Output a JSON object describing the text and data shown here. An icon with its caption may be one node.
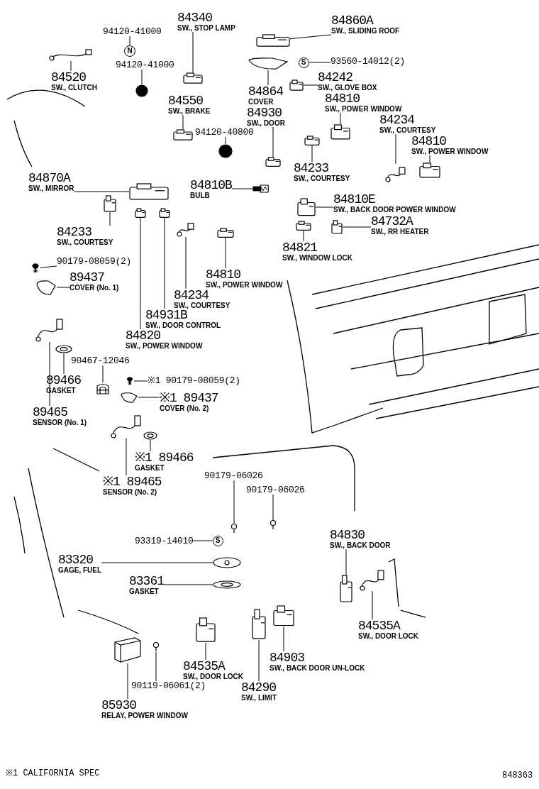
{
  "diagram": {
    "nodes": [
      {
        "text": [
          "94120-41000"
        ]
      },
      {
        "text": [
          "N"
        ]
      },
      {
        "text": [
          "84340",
          "SW., STOP LAMP"
        ]
      },
      {
        "text": [],
        "shape": "picture"
      },
      {
        "text": [
          "84860A",
          "SW., SLIDING ROOF"
        ]
      },
      {
        "text": [],
        "shape": "picture"
      },
      {
        "text": [
          "93560-14012(2)"
        ]
      },
      {
        "text": [
          "S"
        ]
      },
      {
        "text": [
          "84520",
          "SW., CLUTCH"
        ]
      },
      {
        "text": [],
        "shape": "picture"
      },
      {
        "text": [
          "94120-41000"
        ]
      },
      {
        "text": [],
        "shape": "circle"
      },
      {
        "text": [
          "84864",
          "COVER"
        ]
      },
      {
        "text": [],
        "shape": "picture"
      },
      {
        "text": [
          "84242",
          "SW., GLOVE BOX"
        ]
      },
      {
        "text": [],
        "shape": "picture"
      },
      {
        "text": [
          "84550",
          "SW., BRAKE"
        ]
      },
      {
        "text": [],
        "shape": "picture"
      },
      {
        "text": [
          "84930",
          "SW., DOOR"
        ]
      },
      {
        "text": [],
        "shape": "picture"
      },
      {
        "text": [
          "84810",
          "SW., POWER WINDOW"
        ]
      },
      {
        "text": [],
        "shape": "picture"
      },
      {
        "text": [
          "94120-40800"
        ]
      },
      {
        "text": [],
        "shape": "circle"
      },
      {
        "text": [
          "84234",
          "SW., COURTESY"
        ]
      },
      {
        "text": [],
        "shape": "picture"
      },
      {
        "text": [
          "84810",
          "SW., POWER WINDOW"
        ]
      },
      {
        "text": [],
        "shape": "picture"
      },
      {
        "text": [
          "84233",
          "SW., COURTESY"
        ]
      },
      {
        "text": [],
        "shape": "picture"
      },
      {
        "text": [
          "84870A",
          "SW., MIRROR"
        ]
      },
      {
        "text": [],
        "shape": "picture"
      },
      {
        "text": [
          "84810B",
          "BULB"
        ]
      },
      {
        "text": [],
        "shape": "picture"
      },
      {
        "text": [
          "84810E",
          "SW., BACK DOOR POWER WINDOW"
        ]
      },
      {
        "text": [],
        "shape": "picture"
      },
      {
        "text": [
          "84233",
          "SW., COURTESY"
        ]
      },
      {
        "text": [],
        "shape": "picture"
      },
      {
        "text": [
          "84732A",
          "SW., RR HEATER"
        ]
      },
      {
        "text": [],
        "shape": "picture"
      },
      {
        "text": [
          "84821",
          "SW., WINDOW LOCK"
        ]
      },
      {
        "text": [],
        "shape": "picture"
      },
      {
        "text": [
          "90179-08059(2)"
        ]
      },
      {
        "text": [],
        "shape": "picture"
      },
      {
        "text": [
          "89437",
          "COVER (No. 1)"
        ]
      },
      {
        "text": [],
        "shape": "picture"
      },
      {
        "text": [
          "84810",
          "SW., POWER WINDOW"
        ]
      },
      {
        "text": [],
        "shape": "picture"
      },
      {
        "text": [
          "84234",
          "SW., COURTESY"
        ]
      },
      {
        "text": [],
        "shape": "picture"
      },
      {
        "text": [
          "84931B",
          "SW., DOOR CONTROL"
        ]
      },
      {
        "text": [],
        "shape": "picture"
      },
      {
        "text": [
          "84820",
          "SW., POWER WINDOW"
        ]
      },
      {
        "text": [],
        "shape": "picture"
      },
      {
        "text": [
          "90467-12046"
        ]
      },
      {
        "text": [],
        "shape": "picture"
      },
      {
        "text": [
          "89466",
          "GASKET"
        ]
      },
      {
        "text": [],
        "shape": "picture"
      },
      {
        "text": [
          "89465",
          "SENSOR (No. 1)"
        ]
      },
      {
        "text": [],
        "shape": "picture"
      },
      {
        "text": [
          "※1 90179-08059(2)"
        ]
      },
      {
        "text": [],
        "shape": "picture"
      },
      {
        "text": [
          "※1 89437",
          "COVER (No. 2)"
        ]
      },
      {
        "text": [],
        "shape": "picture"
      },
      {
        "text": [
          "※1 89466",
          "GASKET"
        ]
      },
      {
        "text": [],
        "shape": "picture"
      },
      {
        "text": [
          "※1 89465",
          "SENSOR (No. 2)"
        ]
      },
      {
        "text": [],
        "shape": "picture"
      },
      {
        "text": [
          "90179-06026"
        ]
      },
      {
        "text": [],
        "shape": "picture"
      },
      {
        "text": [
          "90179-06026"
        ]
      },
      {
        "text": [],
        "shape": "picture"
      },
      {
        "text": [
          "93319-14010"
        ]
      },
      {
        "text": [
          "S"
        ]
      },
      {
        "text": [
          "83320",
          "GAGE, FUEL"
        ]
      },
      {
        "text": [],
        "shape": "picture"
      },
      {
        "text": [
          "83361",
          "GASKET"
        ]
      },
      {
        "text": [],
        "shape": "picture"
      },
      {
        "text": [
          "84830",
          "SW., BACK DOOR"
        ]
      },
      {
        "text": [],
        "shape": "picture"
      },
      {
        "text": [
          "84535A",
          "SW., DOOR LOCK"
        ]
      },
      {
        "text": [],
        "shape": "picture"
      },
      {
        "text": [
          "84535A",
          "SW., DOOR LOCK"
        ]
      },
      {
        "text": [],
        "shape": "picture"
      },
      {
        "text": [
          "84903",
          "SW., BACK DOOR UN-LOCK"
        ]
      },
      {
        "text": [],
        "shape": "picture"
      },
      {
        "text": [
          "90119-06061(2)"
        ]
      },
      {
        "text": [],
        "shape": "picture"
      },
      {
        "text": [
          "84290",
          "SW., LIMIT"
        ]
      },
      {
        "text": [],
        "shape": "picture"
      },
      {
        "text": [
          "85930",
          "RELAY, POWER WINDOW"
        ]
      },
      {
        "text": [],
        "shape": "picture"
      }
    ],
    "edges": [
      {
        "from": 0,
        "to": 1,
        "arrow": "none"
      },
      {
        "from": 2,
        "to": 3,
        "arrow": "none"
      },
      {
        "from": 4,
        "to": 5,
        "arrow": "none"
      },
      {
        "from": 6,
        "to": 7,
        "arrow": "none"
      },
      {
        "from": 8,
        "to": 9,
        "arrow": "none"
      },
      {
        "from": 10,
        "to": 11,
        "arrow": "none"
      },
      {
        "from": 12,
        "to": 13,
        "arrow": "none"
      },
      {
        "from": 14,
        "to": 15,
        "arrow": "none"
      },
      {
        "from": 16,
        "to": 17,
        "arrow": "none"
      },
      {
        "from": 18,
        "to": 19,
        "arrow": "none"
      },
      {
        "from": 20,
        "to": 21,
        "arrow": "none"
      },
      {
        "from": 22,
        "to": 23,
        "arrow": "none"
      },
      {
        "from": 24,
        "to": 25,
        "arrow": "none"
      },
      {
        "from": 26,
        "to": 27,
        "arrow": "none"
      },
      {
        "from": 28,
        "to": 29,
        "arrow": "none"
      },
      {
        "from": 30,
        "to": 31,
        "arrow": "none"
      },
      {
        "from": 32,
        "to": 33,
        "arrow": "none"
      },
      {
        "from": 34,
        "to": 35,
        "arrow": "none"
      },
      {
        "from": 36,
        "to": 37,
        "arrow": "none"
      },
      {
        "from": 38,
        "to": 39,
        "arrow": "none"
      },
      {
        "from": 40,
        "to": 41,
        "arrow": "none"
      },
      {
        "from": 42,
        "to": 43,
        "arrow": "none"
      },
      {
        "from": 44,
        "to": 45,
        "arrow": "none"
      },
      {
        "from": 46,
        "to": 47,
        "arrow": "none"
      },
      {
        "from": 48,
        "to": 49,
        "arrow": "none"
      },
      {
        "from": 50,
        "to": 51,
        "arrow": "none"
      },
      {
        "from": 52,
        "to": 53,
        "arrow": "none"
      },
      {
        "from": 54,
        "to": 55,
        "arrow": "none"
      },
      {
        "from": 56,
        "to": 57,
        "arrow": "none"
      },
      {
        "from": 58,
        "to": 59,
        "arrow": "none"
      },
      {
        "from": 60,
        "to": 61,
        "arrow": "none"
      },
      {
        "from": 62,
        "to": 63,
        "arrow": "none"
      },
      {
        "from": 64,
        "to": 65,
        "arrow": "none"
      },
      {
        "from": 66,
        "to": 67,
        "arrow": "none"
      },
      {
        "from": 68,
        "to": 69,
        "arrow": "none"
      },
      {
        "from": 70,
        "to": 71,
        "arrow": "none"
      },
      {
        "from": 72,
        "to": 73,
        "arrow": "none"
      },
      {
        "from": 74,
        "to": 75,
        "arrow": "none"
      },
      {
        "from": 76,
        "to": 77,
        "arrow": "none"
      },
      {
        "from": 78,
        "to": 79,
        "arrow": "none"
      },
      {
        "from": 80,
        "to": 81,
        "arrow": "none"
      },
      {
        "from": 82,
        "to": 83,
        "arrow": "none"
      },
      {
        "from": 84,
        "to": 85,
        "arrow": "none"
      },
      {
        "from": 86,
        "to": 87,
        "arrow": "none"
      },
      {
        "from": 88,
        "to": 89,
        "arrow": "none"
      },
      {
        "from": 90,
        "to": 91,
        "arrow": "none"
      }
    ],
    "labels": [
      "※1 CALIFORNIA SPEC",
      "848363"
    ]
  }
}
